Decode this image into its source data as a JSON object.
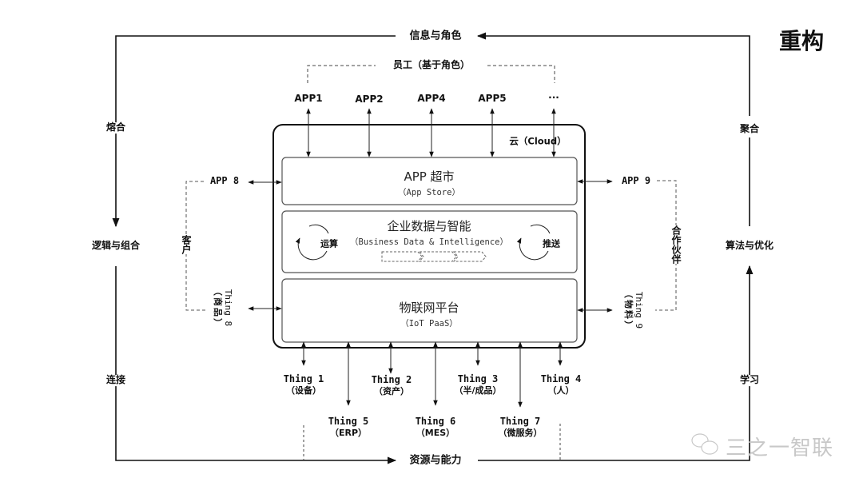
{
  "title": "重构",
  "outer_cycle": {
    "top": "信息与角色",
    "bottom": "资源与能力",
    "left_upper": "熔合",
    "left_middle": "逻辑与组合",
    "left_lower": "连接",
    "right_upper": "聚合",
    "right_middle": "算法与优化",
    "right_lower": "学习"
  },
  "employees_label": "员工（基于角色）",
  "apps_top": [
    {
      "label": "APP1"
    },
    {
      "label": "APP2"
    },
    {
      "label": "APP4"
    },
    {
      "label": "APP5"
    },
    {
      "label": "···"
    }
  ],
  "cloud_label": "云（Cloud）",
  "layers": {
    "app_store": {
      "title": "APP 超市",
      "subtitle": "（App Store）"
    },
    "data": {
      "title": "企业数据与智能",
      "subtitle": "（Business Data & Intelligence）",
      "left_cycle": "运算",
      "right_cycle": "推送"
    },
    "iot": {
      "title": "物联网平台",
      "subtitle": "（IoT PaaS）"
    }
  },
  "side_left": {
    "app": "APP 8",
    "thing_name": "Thing 8",
    "thing_sub": "（商品）",
    "group": "客户"
  },
  "side_right": {
    "app": "APP 9",
    "thing_name": "Thing 9",
    "thing_sub": "（物料）",
    "group": "合作伙伴"
  },
  "things_upper": [
    {
      "name": "Thing 1",
      "sub": "（设备）"
    },
    {
      "name": "Thing 2",
      "sub": "（资产）"
    },
    {
      "name": "Thing 3",
      "sub": "（半/成品）"
    },
    {
      "name": "Thing 4",
      "sub": "（人）"
    }
  ],
  "things_lower": [
    {
      "name": "Thing 5",
      "sub": "（ERP）"
    },
    {
      "name": "Thing 6",
      "sub": "（MES）"
    },
    {
      "name": "Thing 7",
      "sub": "（微服务）"
    }
  ],
  "watermark": "三之一智联"
}
